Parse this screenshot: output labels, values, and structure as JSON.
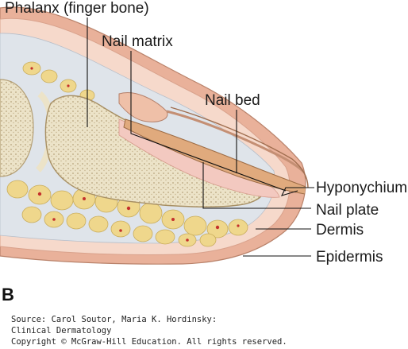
{
  "figure": {
    "panel_letter": "B",
    "labels": {
      "phalanx": "Phalanx (finger bone)",
      "nail_matrix": "Nail matrix",
      "nail_bed": "Nail bed",
      "hyponychium": "Hyponychium",
      "nail_plate": "Nail plate",
      "dermis": "Dermis",
      "epidermis": "Epidermis"
    }
  },
  "source": {
    "line1": "Source: Carol Soutor, Maria K. Hordinsky:",
    "line2": "Clinical Dermatology",
    "line3": "Copyright © McGraw-Hill Education. All rights reserved."
  },
  "colors": {
    "skin_outer": "#e7a98a",
    "epidermis": "#f2c6b4",
    "dermis": "#f7ddd0",
    "fat_yellow": "#efd98a",
    "bone": "#e9dfc3",
    "nail": "#e4b58a"
  }
}
